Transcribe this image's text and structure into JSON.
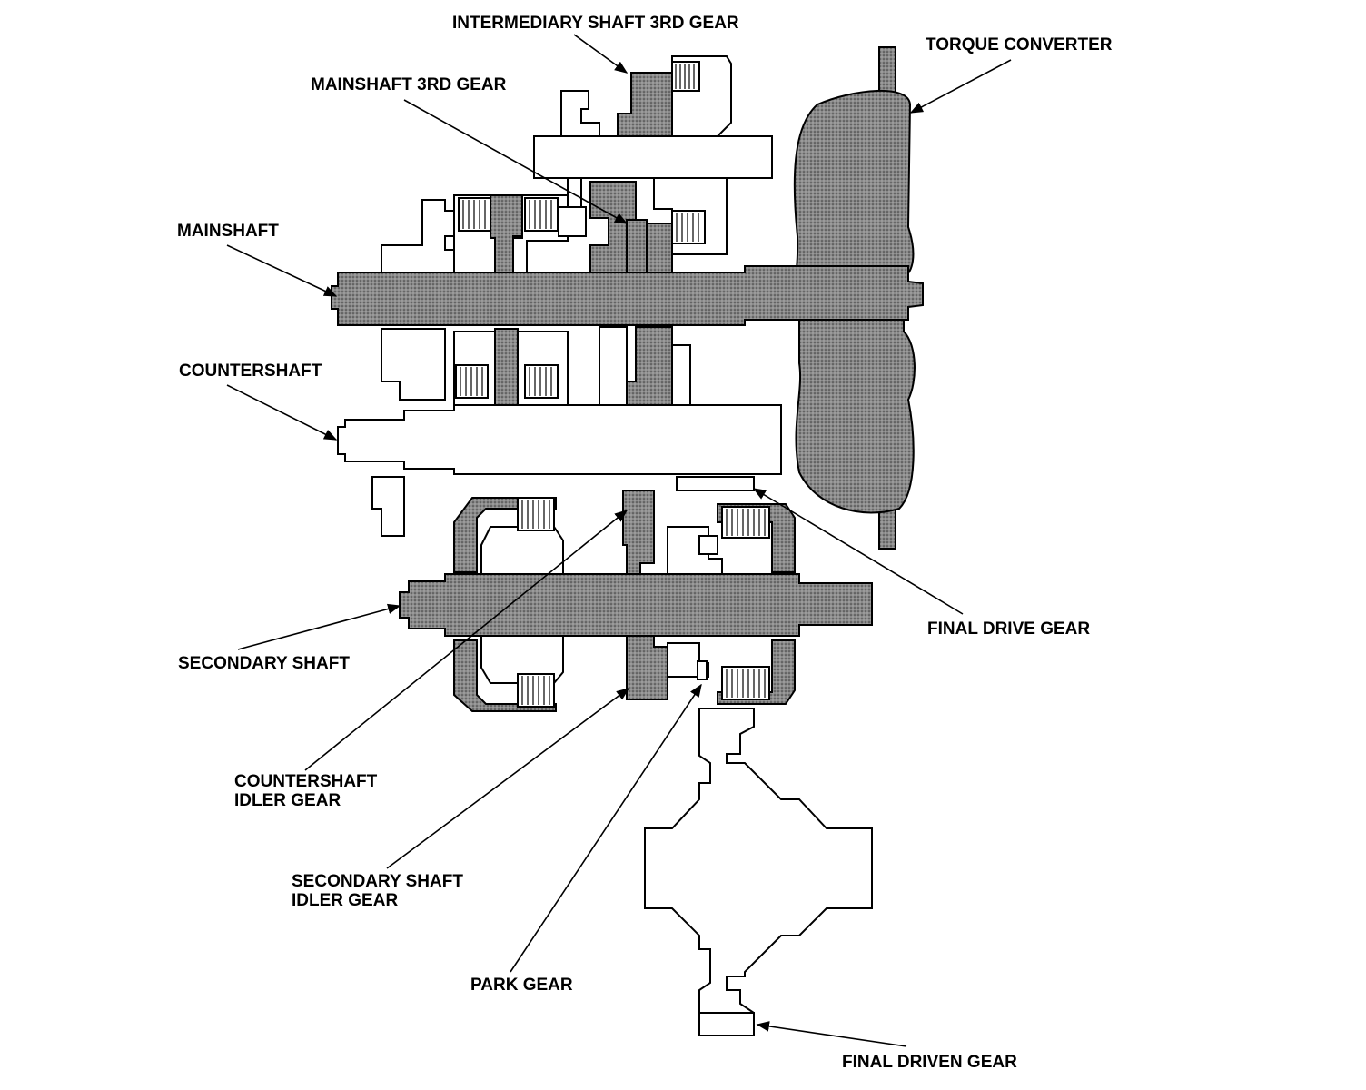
{
  "colors": {
    "line": "#000000",
    "shaded": "#7d7d7d",
    "background": "#ffffff"
  },
  "labels": {
    "intermediary_shaft_3rd_gear": "INTERMEDIARY SHAFT 3RD GEAR",
    "torque_converter": "TORQUE CONVERTER",
    "mainshaft_3rd_gear": "MAINSHAFT 3RD GEAR",
    "mainshaft": "MAINSHAFT",
    "countershaft": "COUNTERSHAFT",
    "final_drive_gear": "FINAL DRIVE GEAR",
    "secondary_shaft": "SECONDARY SHAFT",
    "countershaft_idler_gear_1": "COUNTERSHAFT",
    "countershaft_idler_gear_2": "IDLER GEAR",
    "secondary_shaft_idler_gear_1": "SECONDARY SHAFT",
    "secondary_shaft_idler_gear_2": "IDLER GEAR",
    "park_gear": "PARK GEAR",
    "final_driven_gear": "FINAL DRIVEN GEAR"
  }
}
